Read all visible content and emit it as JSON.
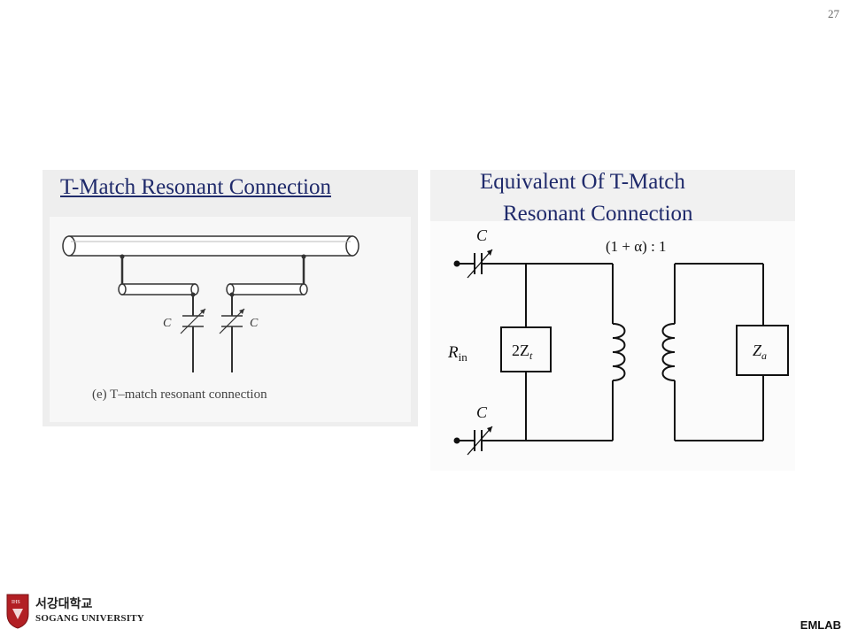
{
  "slide": {
    "page_number": "27"
  },
  "left": {
    "title": "T-Match Resonant Connection",
    "figure": {
      "label_c_left": "C",
      "label_c_right": "C",
      "caption": "(e)  T–match resonant connection"
    }
  },
  "right": {
    "title_line1": "Equivalent Of T-Match",
    "title_line2": "Resonant Connection",
    "circuit": {
      "cap_top_label": "C",
      "cap_bottom_label": "C",
      "ratio_label": "(1 + α) : 1",
      "rin_label": "R",
      "rin_sub": "in",
      "zt_label": "2Z",
      "zt_sub": "t",
      "za_label": "Z",
      "za_sub": "a"
    }
  },
  "footer": {
    "logo_korean": "서강대학교",
    "logo_english": "SOGANG UNIVERSITY",
    "logo_seal_text": "IHS",
    "lab_name": "EMLAB"
  }
}
